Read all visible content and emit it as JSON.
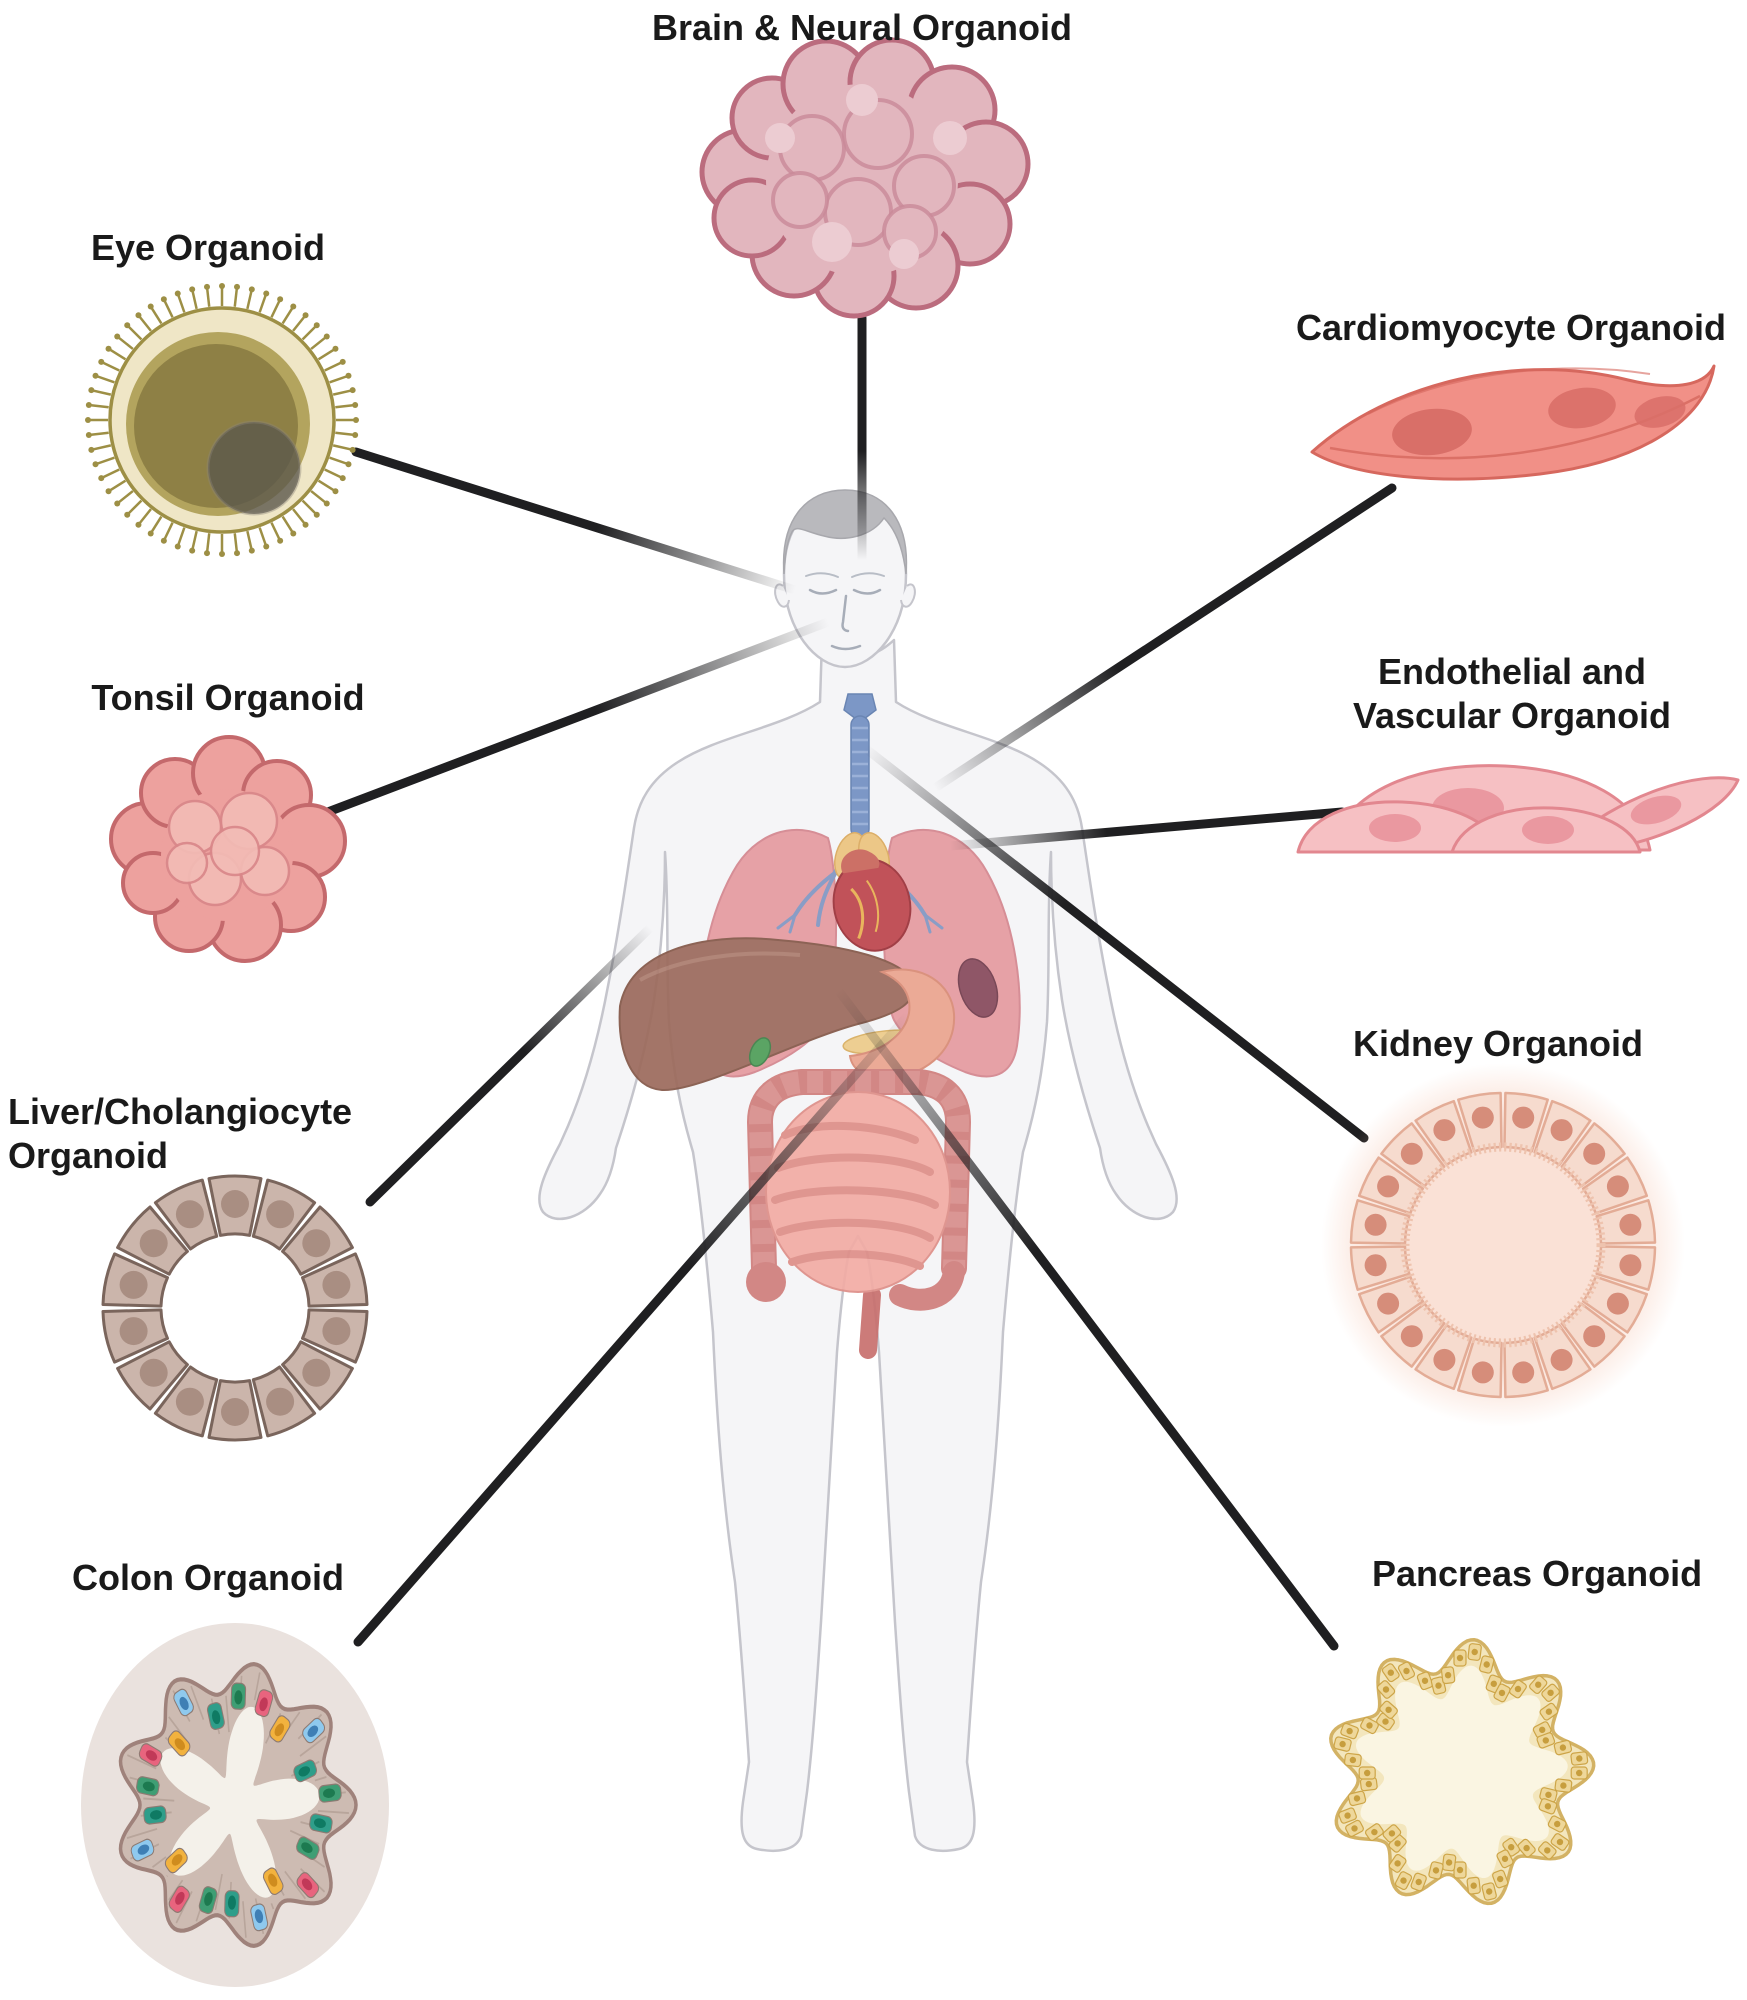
{
  "diagram": {
    "description": "Human organoid types mapped to organs of a human body",
    "organoids": [
      {
        "id": "brain",
        "label": "Brain & Neural Organoid"
      },
      {
        "id": "eye",
        "label": "Eye Organoid"
      },
      {
        "id": "cardiomyocyte",
        "label": "Cardiomyocyte Organoid"
      },
      {
        "id": "tonsil",
        "label": "Tonsil Organoid"
      },
      {
        "id": "endothelial",
        "label_line1": "Endothelial and",
        "label_line2": "Vascular Organoid"
      },
      {
        "id": "kidney",
        "label": "Kidney Organoid"
      },
      {
        "id": "liver",
        "label_line1": "Liver/Cholangiocyte",
        "label_line2": "Organoid"
      },
      {
        "id": "colon",
        "label": "Colon Organoid"
      },
      {
        "id": "pancreas",
        "label": "Pancreas Organoid"
      }
    ],
    "colors": {
      "label_text": "#1a1a1a",
      "connector": "#1f1f21",
      "background": "#ffffff",
      "brain_fill": "#e2b6be",
      "brain_outline": "#bb6c7e",
      "brain_inner_line": "#c98a99",
      "brain_patch": "#ecccd2",
      "eye_outer": "#efe6c6",
      "eye_mid": "#b3a45e",
      "eye_inner": "#8e8045",
      "eye_spot": "#5b574b",
      "eye_cilia": "#9d8f45",
      "tonsil_fill": "#eda19e",
      "tonsil_outline": "#c4696c",
      "tonsil_light": "#f3bcb6",
      "tonsil_mid": "#d98789",
      "cardio_fill": "#f19087",
      "cardio_outline": "#d6685e",
      "cardio_nucleus": "#d96f68",
      "endo_fill": "#f6c0c3",
      "endo_outline": "#e2878f",
      "endo_nucleus": "#ea98a0",
      "liver_cell": "#cbb5ab",
      "liver_outline": "#7a655c",
      "liver_nucleus": "#a98e82",
      "kidney_cell": "#f6dbce",
      "kidney_outline": "#e3ac96",
      "kidney_nucleus": "#d68d7a",
      "kidney_glow": "#f5c3ad",
      "colon_bg": "#eae2de",
      "colon_band": "#cdbbb2",
      "colon_band_outline": "#9f827b",
      "colon_lumen": "#f4f1ea",
      "colon_cell_teal": "#2f9e8a",
      "colon_cell_green": "#3f9e74",
      "colon_cell_pink": "#e8647e",
      "colon_cell_yellow": "#f2b23e",
      "colon_cell_blue": "#8fc9ee",
      "pancreas_fill": "#f3e6bd",
      "pancreas_inner": "#faf5e2",
      "pancreas_outline": "#d3b264",
      "pancreas_cell": "#eed79a",
      "pancreas_cell_outline": "#cda548",
      "pancreas_nucleus": "#c79e3e",
      "body_fill": "#f5f5f7",
      "body_outline": "#c5c5cc",
      "hair": "#b9b9bd"
    }
  }
}
